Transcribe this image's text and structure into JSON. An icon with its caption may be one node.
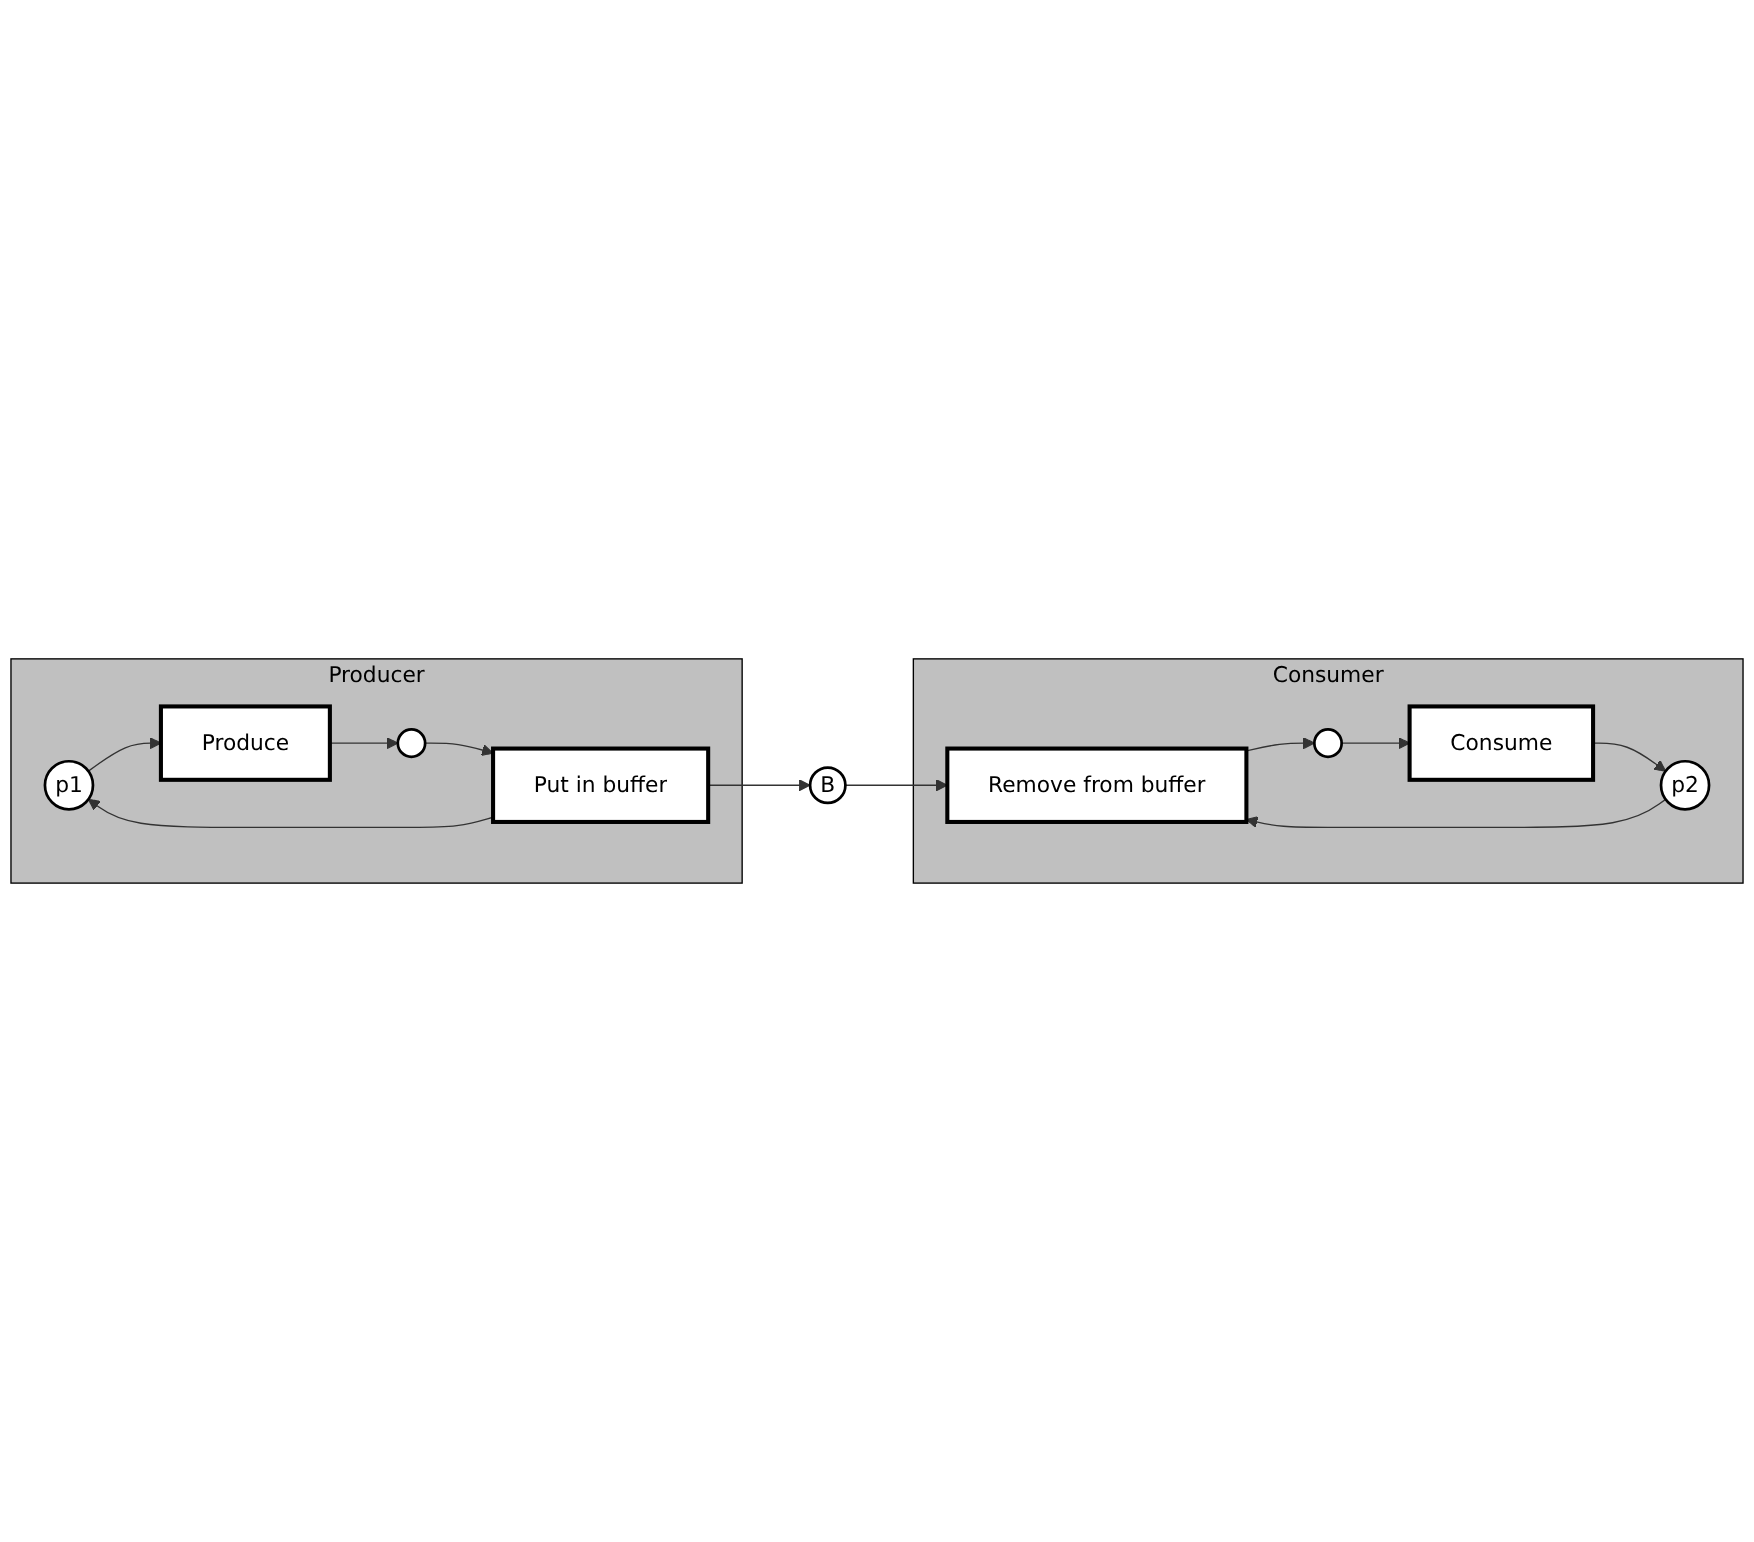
{
  "diagram": {
    "nodes": [
      {
        "text": [
          "Producer"
        ]
      },
      {
        "text": [
          "p1"
        ],
        "in": 0
      },
      {
        "text": [
          "Produce"
        ],
        "in": 0
      },
      {
        "text": [],
        "shape": "circle",
        "in": 0
      },
      {
        "text": [
          "Put in buffer"
        ],
        "in": 0
      },
      {
        "text": [
          "Consumer"
        ]
      },
      {
        "text": [
          "p2"
        ],
        "in": 5
      },
      {
        "text": [
          "Remove from buffer"
        ],
        "in": 5
      },
      {
        "text": [],
        "shape": "circle",
        "in": 5
      },
      {
        "text": [
          "Consume"
        ],
        "in": 5
      },
      {
        "text": [
          "B"
        ]
      }
    ],
    "edges": [
      {
        "from": 4,
        "to": 1,
        "arrow": "to"
      },
      {
        "from": 1,
        "to": 2,
        "arrow": "to"
      },
      {
        "from": 2,
        "to": 3,
        "arrow": "to"
      },
      {
        "from": 3,
        "to": 4,
        "arrow": "to"
      },
      {
        "from": 4,
        "to": 10,
        "arrow": "to"
      },
      {
        "from": 10,
        "to": 7,
        "arrow": "to"
      },
      {
        "from": 9,
        "to": 6,
        "arrow": "to"
      },
      {
        "from": 6,
        "to": 7,
        "arrow": "to"
      },
      {
        "from": 7,
        "to": 8,
        "arrow": "to"
      },
      {
        "from": 8,
        "to": 9,
        "arrow": "to"
      }
    ]
  }
}
